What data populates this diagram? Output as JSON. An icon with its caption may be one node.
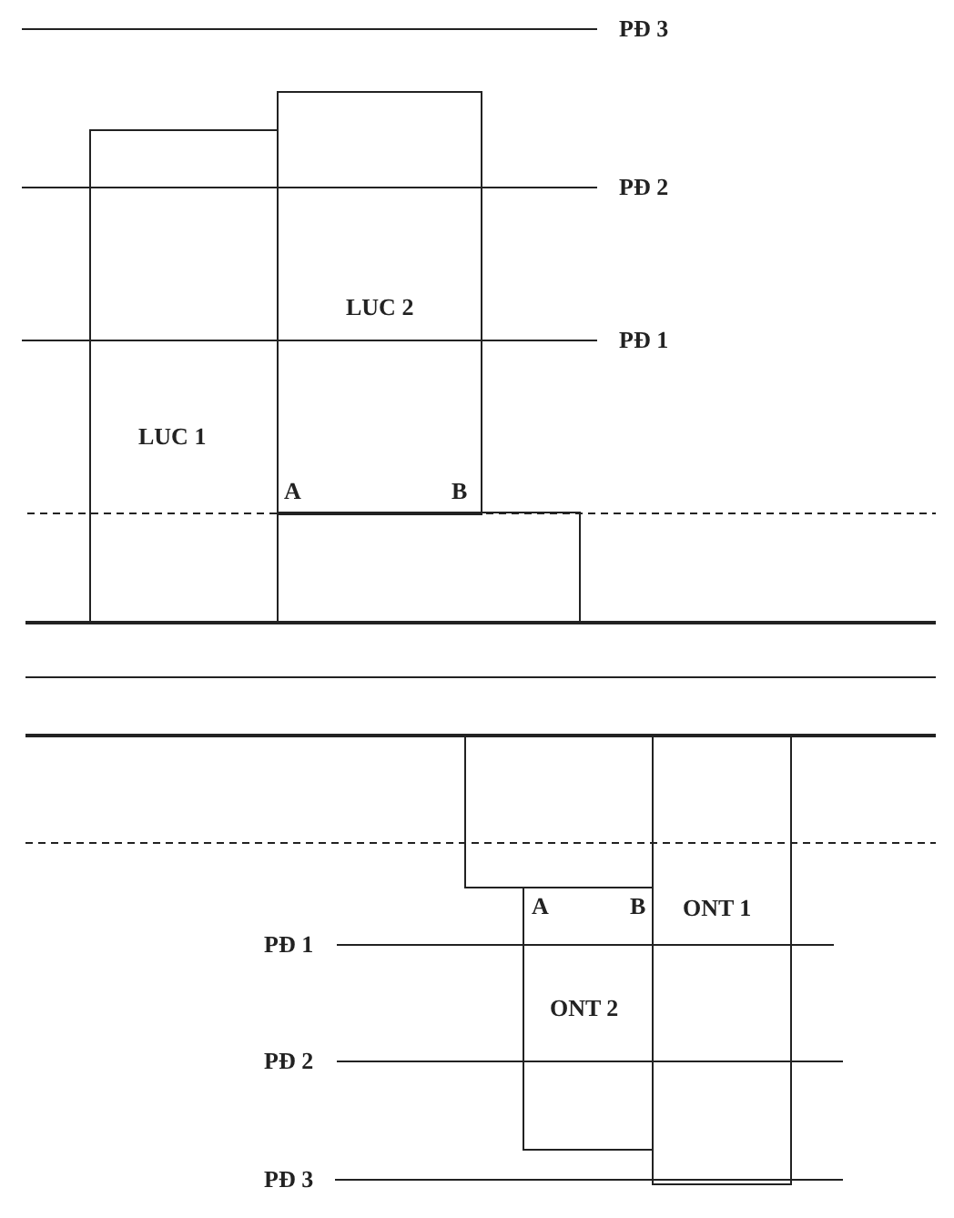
{
  "diagram": {
    "nodes": [
      {
        "text": [
          "LUC 1"
        ]
      },
      {
        "text": [
          "LUC 2"
        ]
      },
      {
        "text": [],
        "shape": "box"
      },
      {
        "text": [],
        "shape": "box"
      },
      {
        "text": [
          "ONT 2"
        ]
      },
      {
        "text": [
          "ONT 1"
        ]
      }
    ],
    "edges": [],
    "labels": [
      "PĐ 3",
      "PĐ 2",
      "PĐ 1",
      "A",
      "B",
      "A",
      "B",
      "PĐ 1",
      "PĐ 2",
      "PĐ 3"
    ]
  }
}
